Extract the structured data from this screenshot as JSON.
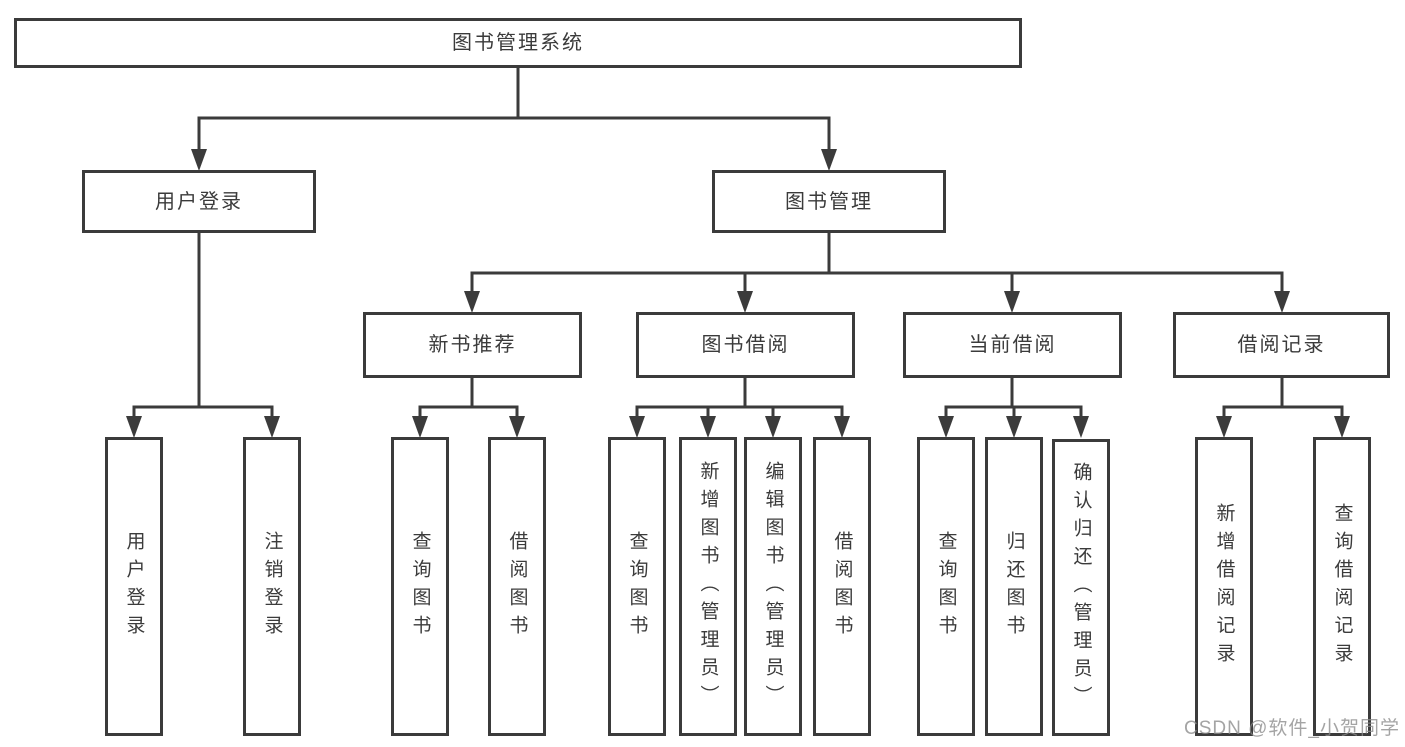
{
  "diagram": {
    "title": "图书管理系统",
    "root": {
      "label": "图书管理系统"
    },
    "level2": {
      "user_login": "用户登录",
      "book_management": "图书管理"
    },
    "level3": {
      "new_book_recommend": "新书推荐",
      "book_borrow": "图书借阅",
      "current_borrow": "当前借阅",
      "borrow_record": "借阅记录"
    },
    "leaves": {
      "user_login": [
        "用户登录",
        "注销登录"
      ],
      "new_book_recommend": [
        "查询图书",
        "借阅图书"
      ],
      "book_borrow": [
        "查询图书",
        "新增图书（管理员）",
        "编辑图书（管理员）",
        "借阅图书"
      ],
      "current_borrow": [
        "查询图书",
        "归还图书",
        "确认归还（管理员）"
      ],
      "borrow_record": [
        "新增借阅记录",
        "查询借阅记录"
      ]
    }
  },
  "watermark": "CSDN @软件_小贺同学",
  "colors": {
    "line": "#3b3b3b",
    "text": "#3b3b3b",
    "background": "#ffffff",
    "watermark": "#8a8a8a"
  }
}
